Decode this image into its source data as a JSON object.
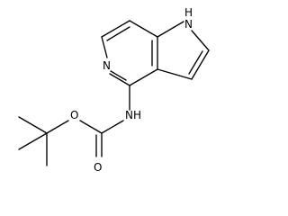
{
  "molecule": {
    "atoms": {
      "nh_pyrrole": "H",
      "n_pyrrole": "N",
      "n_pyridine": "N",
      "n_amide": "N",
      "h_amide": "H",
      "o_ester": "O",
      "o_carbonyl": "O"
    },
    "colors": {
      "bond": "#000000",
      "label": "#000000",
      "background": "#ffffff"
    }
  }
}
